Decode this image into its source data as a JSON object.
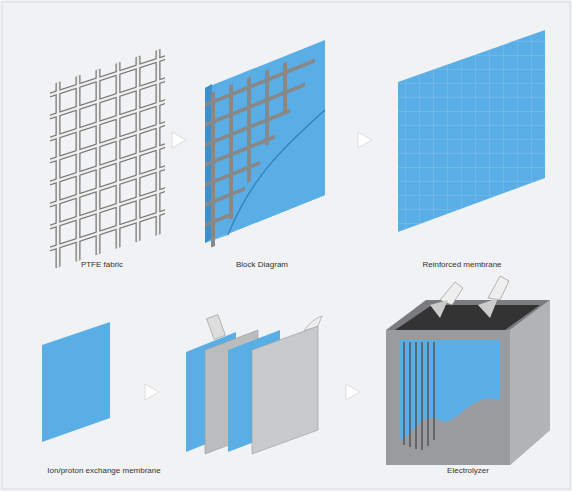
{
  "diagram": {
    "labels": [
      "PTFE fabric",
      "Block Diagram",
      "Reinforced membrane",
      "Ion/proton exchange membrane",
      "Electrolyzer"
    ]
  }
}
